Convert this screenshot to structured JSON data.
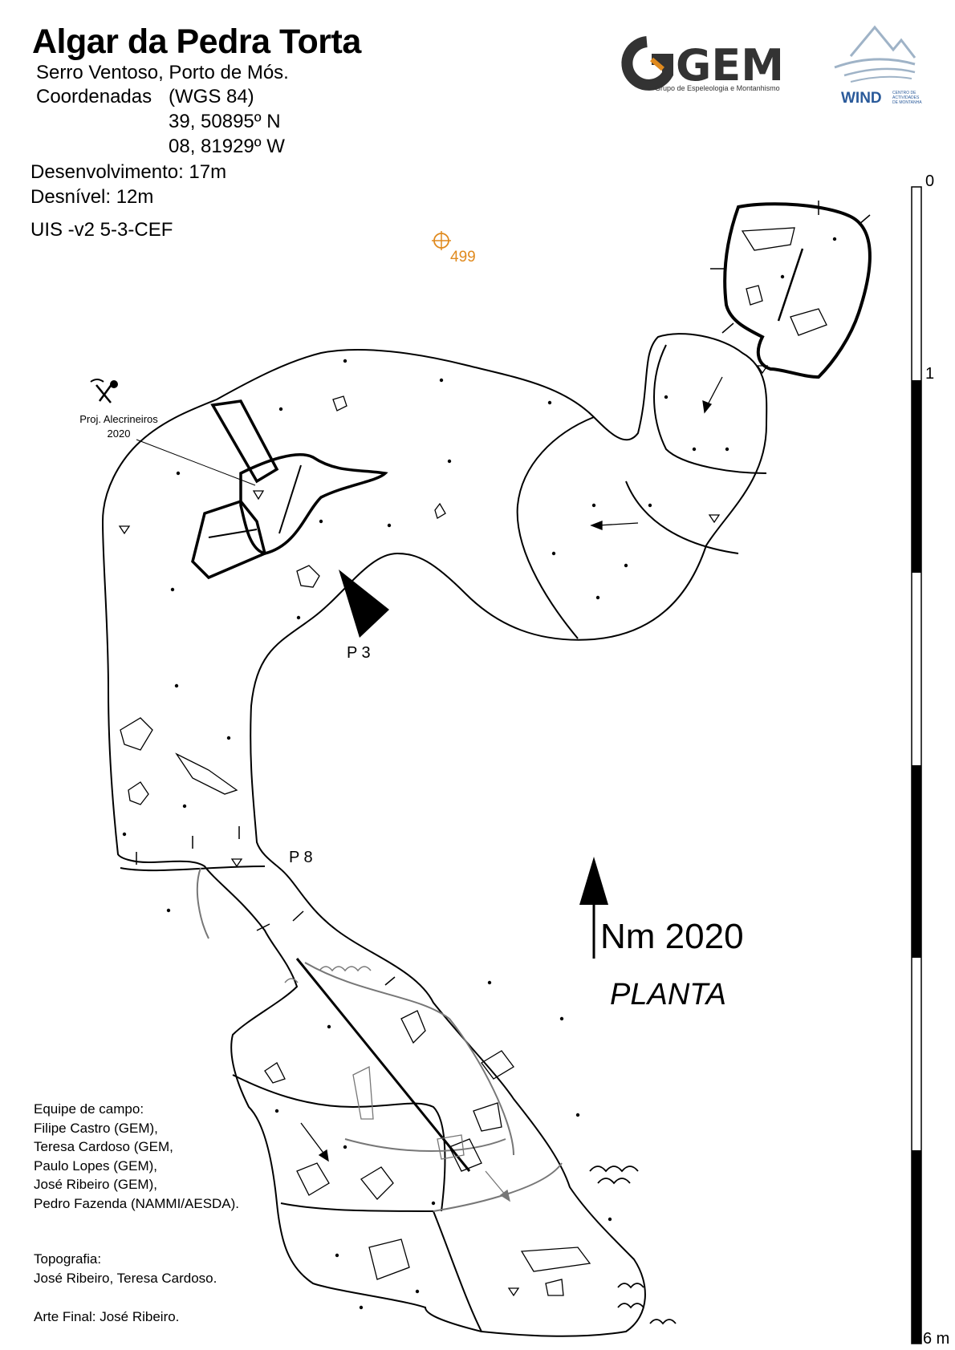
{
  "header": {
    "title": "Algar da Pedra Torta",
    "location": "Serro Ventoso, Porto de Mós.",
    "coords_label": "Coordenadas",
    "datum": "(WGS 84)",
    "lat": "39, 50895º N",
    "lon": "08, 81929º W",
    "development": "Desenvolvimento: 17m",
    "depth": "Desnível:  12m",
    "uis": "UIS -v2 5-3-CEF"
  },
  "logos": {
    "gem": "GEM",
    "gem_subtitle": "Grupo de Espeleologia e Montanhismo",
    "wind": "WIND",
    "wind_subtitle_1": "CENTRO DE",
    "wind_subtitle_2": "ACTIVIDADES",
    "wind_subtitle_3": "DE MONTANHA"
  },
  "map": {
    "elevation_label": "499",
    "project_label_1": "Proj. Alecrineiros",
    "project_label_2": "2020",
    "pitch_p3": "P 3",
    "pitch_p8": "P 8",
    "north_label": "Nm 2020",
    "view_label": "PLANTA",
    "colors": {
      "elevation": "#e08a1e",
      "line": "#000000",
      "grey": "#888888"
    }
  },
  "scale": {
    "top": "0",
    "mid": "1",
    "bottom": "6 m"
  },
  "credits": {
    "team_title": "Equipe de campo:",
    "team": [
      "Filipe Castro (GEM),",
      "Teresa Cardoso (GEM,",
      "Paulo Lopes (GEM),",
      "José Ribeiro (GEM),",
      "Pedro Fazenda (NAMMI/AESDA)."
    ],
    "topo_title": "Topografia:",
    "topo": "José Ribeiro, Teresa Cardoso.",
    "art": "Arte Final: José Ribeiro."
  }
}
